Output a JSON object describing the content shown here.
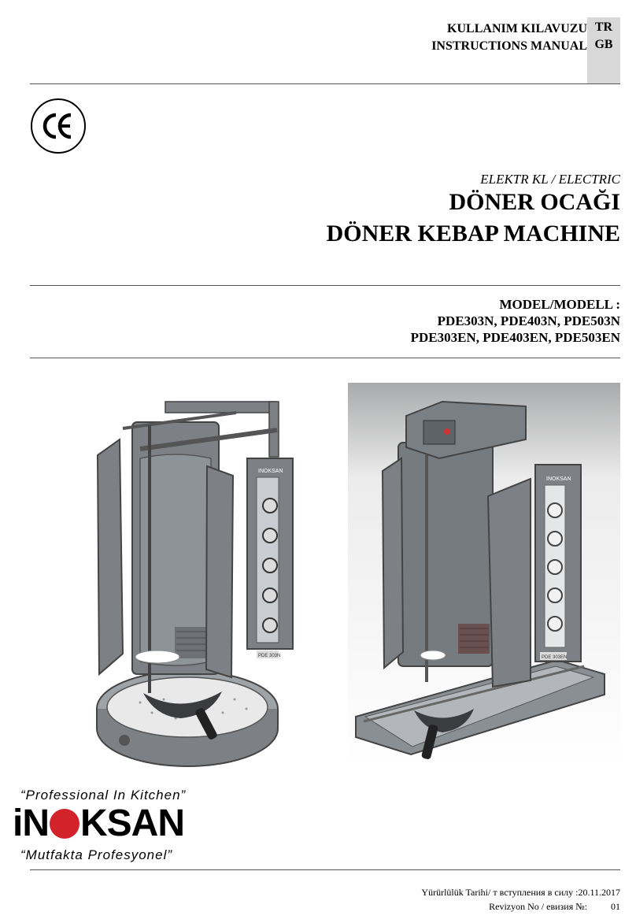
{
  "header": {
    "line1": "KULLANIM KILAVUZU",
    "line2": "INSTRUCTIONS MANUAL",
    "lang1": "TR",
    "lang2": "GB"
  },
  "ce_mark": "CE",
  "title": {
    "subtitle": "ELEKTR KL  / ELECTRIC",
    "line1": "DÖNER OCAĞI",
    "line2": "DÖNER KEBAP MACHINE"
  },
  "model": {
    "label": "MODEL/MODELL :",
    "line1": "PDE303N, PDE403N, PDE503N",
    "line2": "PDE303EN, PDE403EN, PDE503EN"
  },
  "images": {
    "left_panel_brand": "INOKSAN",
    "left_plate": "PDE 303N",
    "right_panel_brand": "INOKSAN",
    "right_plate": "PDE 303EN"
  },
  "logo": {
    "tagline_top": "“Professional In Kitchen”",
    "brand_left": "iN",
    "brand_right": "KSAN",
    "tagline_bottom": "“Mutfakta Profesyonel”"
  },
  "footer": {
    "date_label": "Yürürlülük Tarihi/     т   вступления в силу : ",
    "date_value": "20.11.2017",
    "rev_label": "Revizyon No  /   евизия №: ",
    "rev_value": "01"
  },
  "colors": {
    "machine_dark": "#7d8185",
    "machine_mid": "#a3a8ad",
    "brand_red": "#d2232a"
  }
}
